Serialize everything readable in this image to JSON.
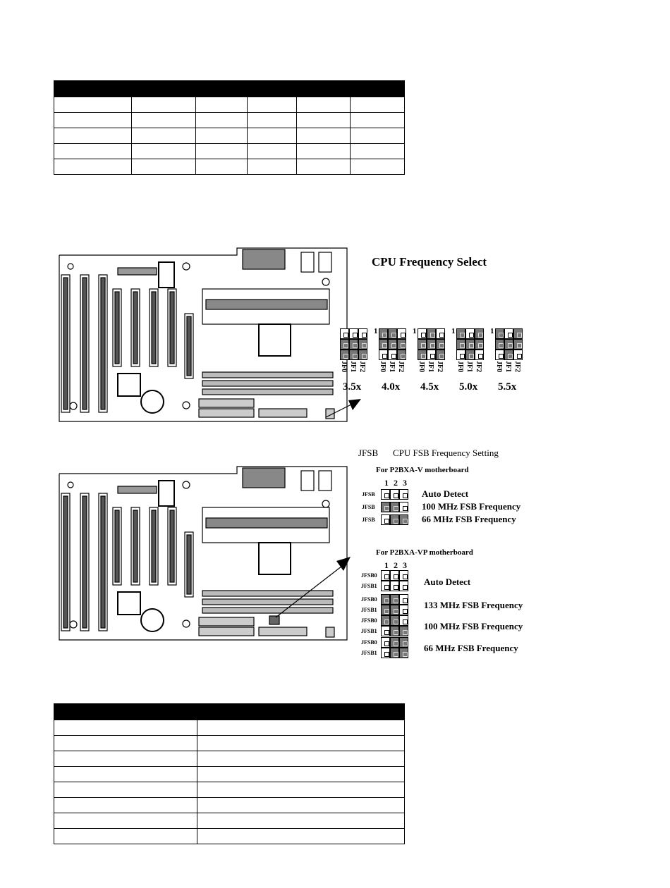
{
  "diagram1": {
    "title": "CPU Frequency Select",
    "jumper_names": [
      "JF0",
      "JF1",
      "JF2"
    ],
    "pin_one_marker": "1",
    "settings": [
      "3.5x",
      "4.0x",
      "4.5x",
      "5.0x",
      "5.5x"
    ]
  },
  "diagram2": {
    "title_code": "JFSB",
    "title_text": "CPU FSB Frequency Setting",
    "board_v": {
      "heading": "For P2BXA-V motherboard",
      "pin_numbers": [
        "1",
        "2",
        "3"
      ],
      "jumper_label": "JFSB",
      "options": [
        "Auto Detect",
        "100 MHz FSB Frequency",
        "66 MHz FSB Frequency"
      ]
    },
    "board_vp": {
      "heading": "For P2BXA-VP motherboard",
      "pin_numbers": [
        "1",
        "2",
        "3"
      ],
      "jumper_labels": [
        "JFSB0",
        "JFSB1"
      ],
      "options": [
        "Auto Detect",
        "133 MHz FSB Frequency",
        "100 MHz FSB Frequency",
        "66 MHz FSB Frequency"
      ]
    }
  }
}
